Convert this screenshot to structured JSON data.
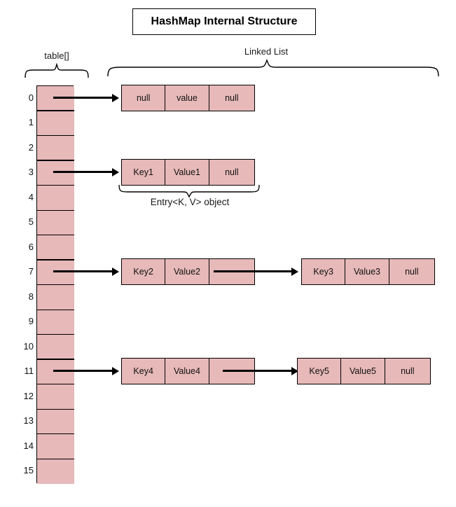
{
  "title": "HashMap Internal Structure",
  "captions": {
    "table": "table[]",
    "linked_list": "Linked List",
    "entry": "Entry<K, V> object"
  },
  "colors": {
    "cell_fill": "#e7b9b9",
    "stroke": "#000000",
    "background": "#ffffff"
  },
  "table": {
    "indices": [
      "0",
      "1",
      "2",
      "3",
      "4",
      "5",
      "6",
      "7",
      "8",
      "9",
      "10",
      "11",
      "12",
      "13",
      "14",
      "15"
    ],
    "occupied_indices": [
      0,
      3,
      7,
      11
    ]
  },
  "buckets": [
    {
      "index": "0",
      "nodes": [
        {
          "key": "null",
          "value": "value",
          "next": "null"
        }
      ]
    },
    {
      "index": "3",
      "nodes": [
        {
          "key": "Key1",
          "value": "Value1",
          "next": "null"
        }
      ]
    },
    {
      "index": "7",
      "nodes": [
        {
          "key": "Key2",
          "value": "Value2",
          "next": ""
        },
        {
          "key": "Key3",
          "value": "Value3",
          "next": "null"
        }
      ]
    },
    {
      "index": "11",
      "nodes": [
        {
          "key": "Key4",
          "value": "Value4",
          "next": ""
        },
        {
          "key": "Key5",
          "value": "Value5",
          "next": "null"
        }
      ]
    }
  ]
}
